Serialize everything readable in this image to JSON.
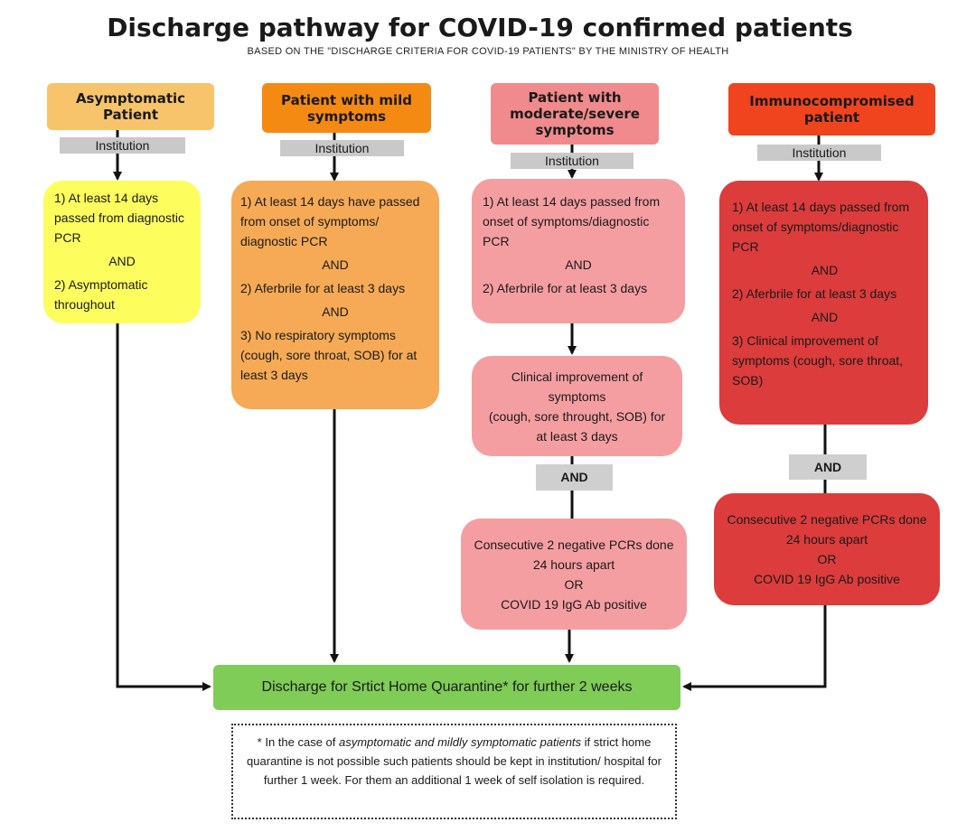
{
  "title": "Discharge pathway for COVID-19 confirmed patients",
  "subtitle": "BASED ON THE \"DISCHARGE CRITERIA FOR COVID-19 PATIENTS\" BY THE MINISTRY OF HEALTH",
  "colors": {
    "asymptomatic_header": "#f7c46b",
    "mild_header": "#f48a12",
    "moderate_header": "#f08a8c",
    "immuno_header": "#f0441f",
    "asymptomatic_box": "#fdfd5e",
    "mild_box": "#f6aa55",
    "moderate_box": "#f59ea2",
    "immuno_box": "#dc3c3c",
    "discharge": "#7fcc56"
  },
  "columns": [
    {
      "header": "Asymptomatic Patient",
      "institution": "Institution",
      "criteria": {
        "line1": "1) At least 14 days passed from diagnostic PCR",
        "and1": "AND",
        "line2": "2) Asymptomatic throughout"
      }
    },
    {
      "header": "Patient with mild symptoms",
      "institution": "Institution",
      "criteria": {
        "line1": "1) At least 14 days have passed from onset of symptoms/ diagnostic PCR",
        "and1": "AND",
        "line2": "2) Aferbrile for at least 3 days",
        "and2": "AND",
        "line3": "3) No respiratory symptoms (cough, sore throat, SOB) for at least 3 days"
      }
    },
    {
      "header": "Patient with moderate/severe symptoms",
      "institution": "Institution",
      "criteria": {
        "line1": "1) At least 14 days passed from onset of symptoms/diagnostic PCR",
        "and1": "AND",
        "line2": "2) Aferbrile for at least 3 days"
      },
      "improvement": {
        "line1": "Clinical improvement of symptoms",
        "line2": "(cough, sore throught, SOB) for at least 3 days"
      },
      "and_label": "AND",
      "pcr": {
        "line1": "Consecutive 2 negative PCRs done 24 hours apart",
        "or": "OR",
        "line2": "COVID 19 IgG Ab positive"
      }
    },
    {
      "header": "Immunocompromised patient",
      "institution": "Institution",
      "criteria": {
        "line1": "1) At least 14 days passed from onset of symptoms/diagnostic PCR",
        "and1": "AND",
        "line2": "2) Aferbrile for at least 3 days",
        "and2": "AND",
        "line3": "3) Clinical improvement of symptoms (cough, sore throat, SOB)"
      },
      "and_label": "AND",
      "pcr": {
        "line1": "Consecutive 2 negative PCRs done 24 hours apart",
        "or": "OR",
        "line2": "COVID 19 IgG Ab positive"
      }
    }
  ],
  "discharge": "Discharge for Srtict Home Quarantine* for further 2 weeks",
  "footnote": {
    "star": "*",
    "pre": " In the case of ",
    "italic": "asymptomatic and mildly symptomatic patients",
    "post": " if strict home quarantine is not possible such patients should be kept in institution/ hospital for further 1 week. For them an additional 1 week of self isolation is required."
  }
}
